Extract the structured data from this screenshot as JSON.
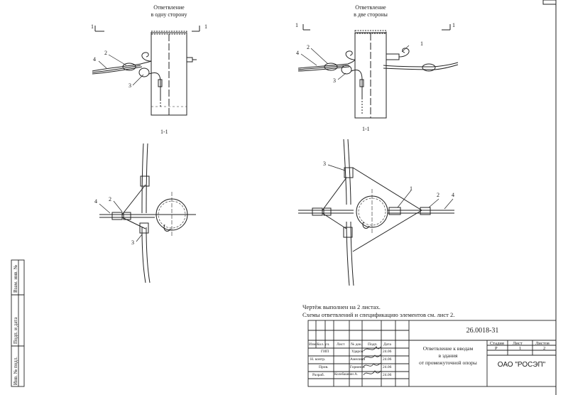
{
  "views": {
    "one_side_caption_line1": "Ответвление",
    "one_side_caption_line2": "в одну сторону",
    "two_side_caption_line1": "Ответвление",
    "two_side_caption_line2": "в две стороны",
    "section_mark": "1",
    "section_label": "1-1"
  },
  "callouts": {
    "left_top": [
      "4",
      "2",
      "3"
    ],
    "right_top": [
      "2",
      "4",
      "3",
      "1"
    ],
    "left_bottom": [
      "4",
      "2",
      "3"
    ],
    "right_bottom": [
      "3",
      "1",
      "2",
      "4"
    ]
  },
  "notes": {
    "line1": "Чертёж выполнен на 2 листах.",
    "line2": "Схемы ответвлений и спецификацию элементов см. лист 2."
  },
  "title_block": {
    "doc_number": "26.0018-31",
    "title_line1": "Ответвление к вводам",
    "title_line2": "в здания",
    "title_line3": "от промежуточной опоры",
    "stage_label": "Стадия",
    "sheet_label": "Лист",
    "sheets_label": "Листов",
    "stage_value": "Р",
    "sheet_value": "1",
    "sheets_value": "2",
    "organization": "ОАО \"РОСЭП\"",
    "header_cols": [
      "Изм.",
      "Кол. уч.",
      "Лист",
      "№ док.",
      "Подп.",
      "Дата"
    ],
    "signers": [
      {
        "role": "ГИП",
        "name": "Ударов",
        "date": "24.06"
      },
      {
        "role": "Н. контр.",
        "name": "Амелина",
        "date": "24.06"
      },
      {
        "role": "Пров.",
        "name": "Горюнов",
        "date": "24.06"
      },
      {
        "role": "Разраб.",
        "name": "Колобашкин А.",
        "date": "24.06"
      }
    ]
  },
  "side_stamp": {
    "inv_podl": "Инв. № подл.",
    "podp_data": "Подп. и дата",
    "vzam_inv": "Взам. инв. №"
  }
}
